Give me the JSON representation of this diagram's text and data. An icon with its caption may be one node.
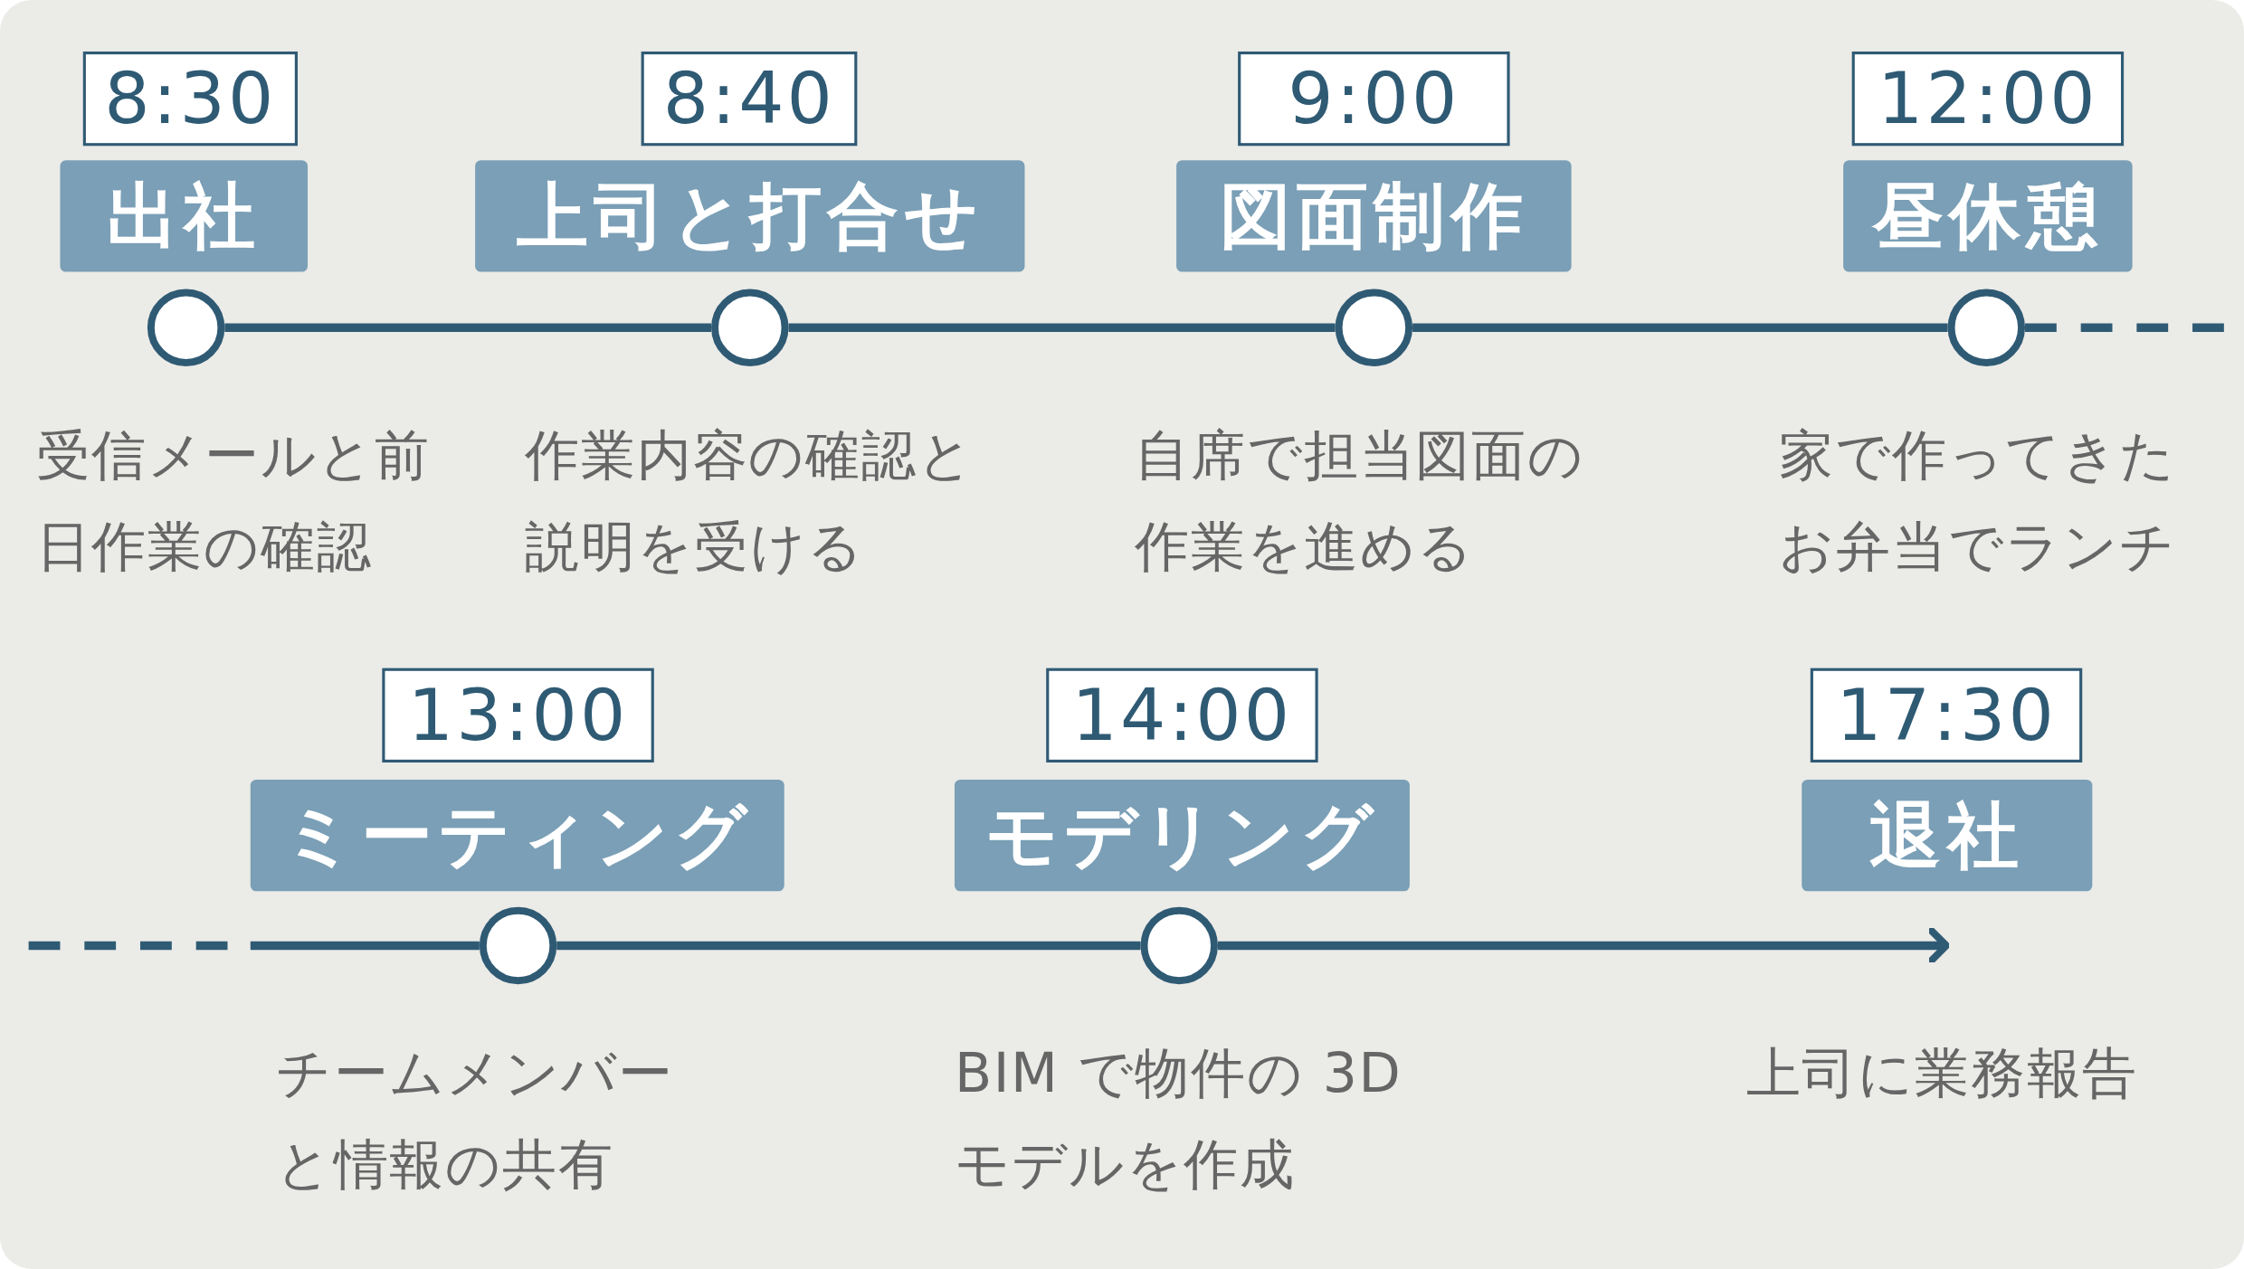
{
  "diagram": {
    "nodes": [
      {
        "text": [
          "8:30"
        ]
      },
      {
        "text": [
          "出社"
        ]
      },
      {
        "text": [],
        "shape": "circle",
        "beside": [
          "受信メールと前日作業の確認"
        ]
      },
      {
        "text": [
          "8:40"
        ]
      },
      {
        "text": [
          "上司と打合せ"
        ]
      },
      {
        "text": [],
        "shape": "circle",
        "beside": [
          "作業内容の確認と説明を受ける"
        ]
      },
      {
        "text": [
          "9:00"
        ]
      },
      {
        "text": [
          "図面制作"
        ]
      },
      {
        "text": [],
        "shape": "circle",
        "beside": [
          "自席で担当図面の作業を進める"
        ]
      },
      {
        "text": [
          "12:00"
        ]
      },
      {
        "text": [
          "昼休憩"
        ]
      },
      {
        "text": [],
        "shape": "circle",
        "beside": [
          "家で作ってきたお弁当でランチ"
        ]
      },
      {
        "text": [
          "13:00"
        ]
      },
      {
        "text": [
          "ミーティング"
        ]
      },
      {
        "text": [],
        "shape": "circle",
        "beside": [
          "チームメンバーと情報の共有"
        ]
      },
      {
        "text": [
          "14:00"
        ]
      },
      {
        "text": [
          "モデリング"
        ]
      },
      {
        "text": [],
        "shape": "circle",
        "beside": [
          "BIM で物件の 3D モデルを作成"
        ]
      },
      {
        "text": [
          "17:30"
        ]
      },
      {
        "text": [
          "退社"
        ]
      }
    ],
    "edges": [
      {
        "from": 2,
        "to": 5,
        "arrow": "none"
      },
      {
        "from": 5,
        "to": 8,
        "arrow": "none"
      },
      {
        "from": 8,
        "to": 11,
        "arrow": "none"
      },
      {
        "from": 11,
        "to": null,
        "arrow": "none",
        "style": "dashed"
      },
      {
        "from": null,
        "to": 14,
        "arrow": "none"
      },
      {
        "from": 14,
        "to": 17,
        "arrow": "none"
      },
      {
        "from": 17,
        "to": 19,
        "arrow": "to"
      }
    ],
    "labels": [
      "上司に業務報告"
    ]
  }
}
